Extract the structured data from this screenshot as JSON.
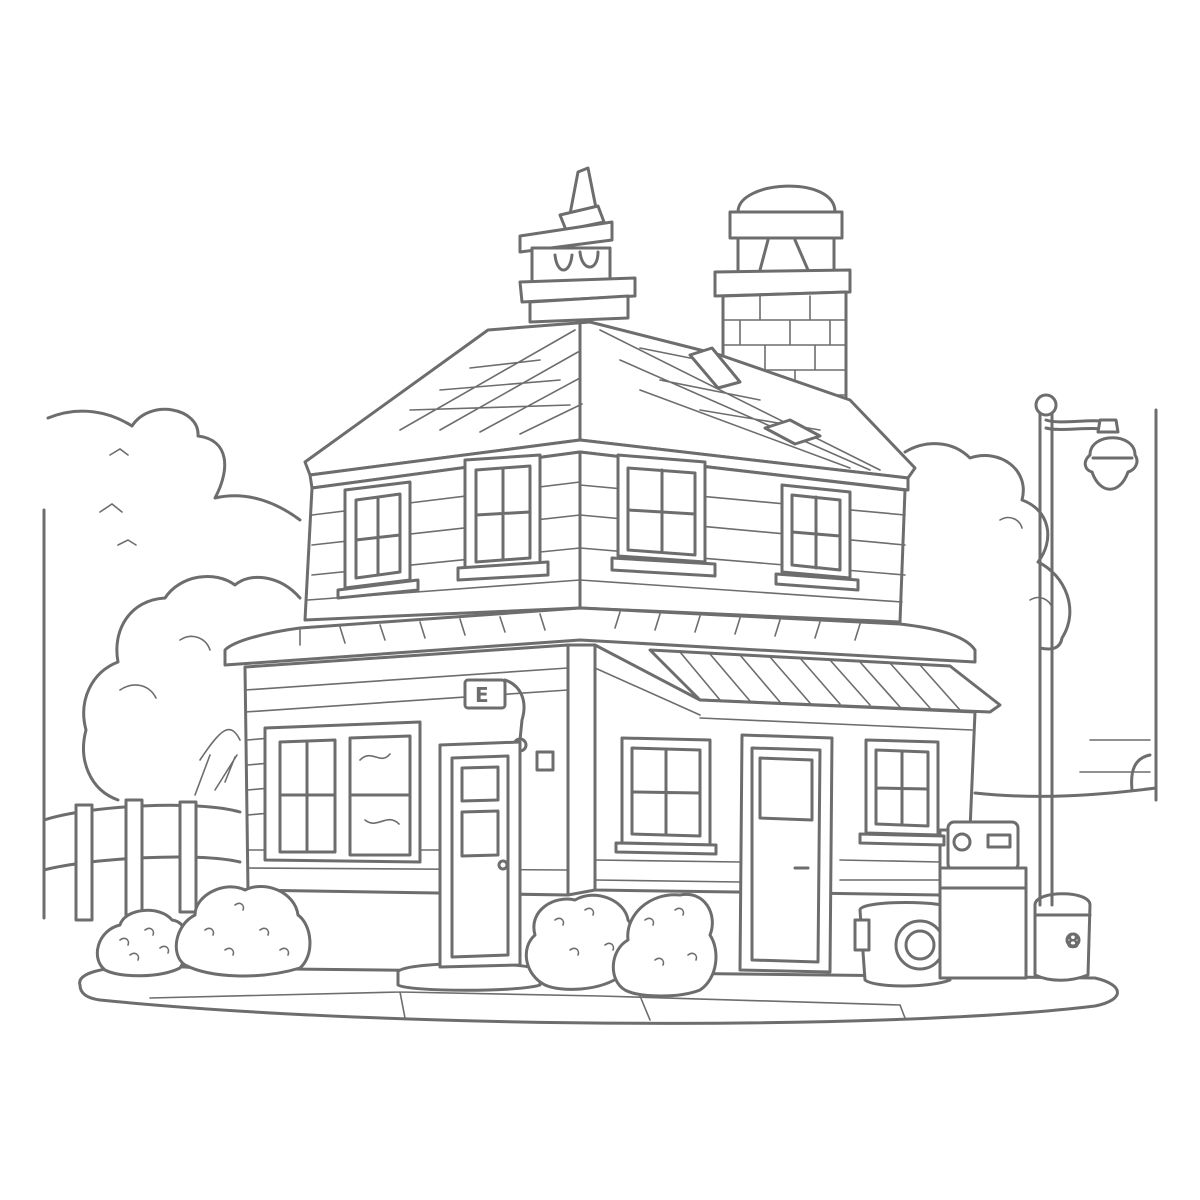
{
  "style": {
    "ink": "#6d6d6d",
    "background": "#ffffff"
  },
  "illustration": {
    "kind": "line-art coloring page",
    "house": {
      "stories": 2,
      "upper_windows": 4,
      "ground_windows": 4,
      "doors": 2,
      "chimney": true,
      "cupola": true
    },
    "sign_glyph": "E",
    "bin_glyph": "8",
    "props": [
      "street-lamp",
      "bushes",
      "trees",
      "fence",
      "trash-bins"
    ]
  }
}
